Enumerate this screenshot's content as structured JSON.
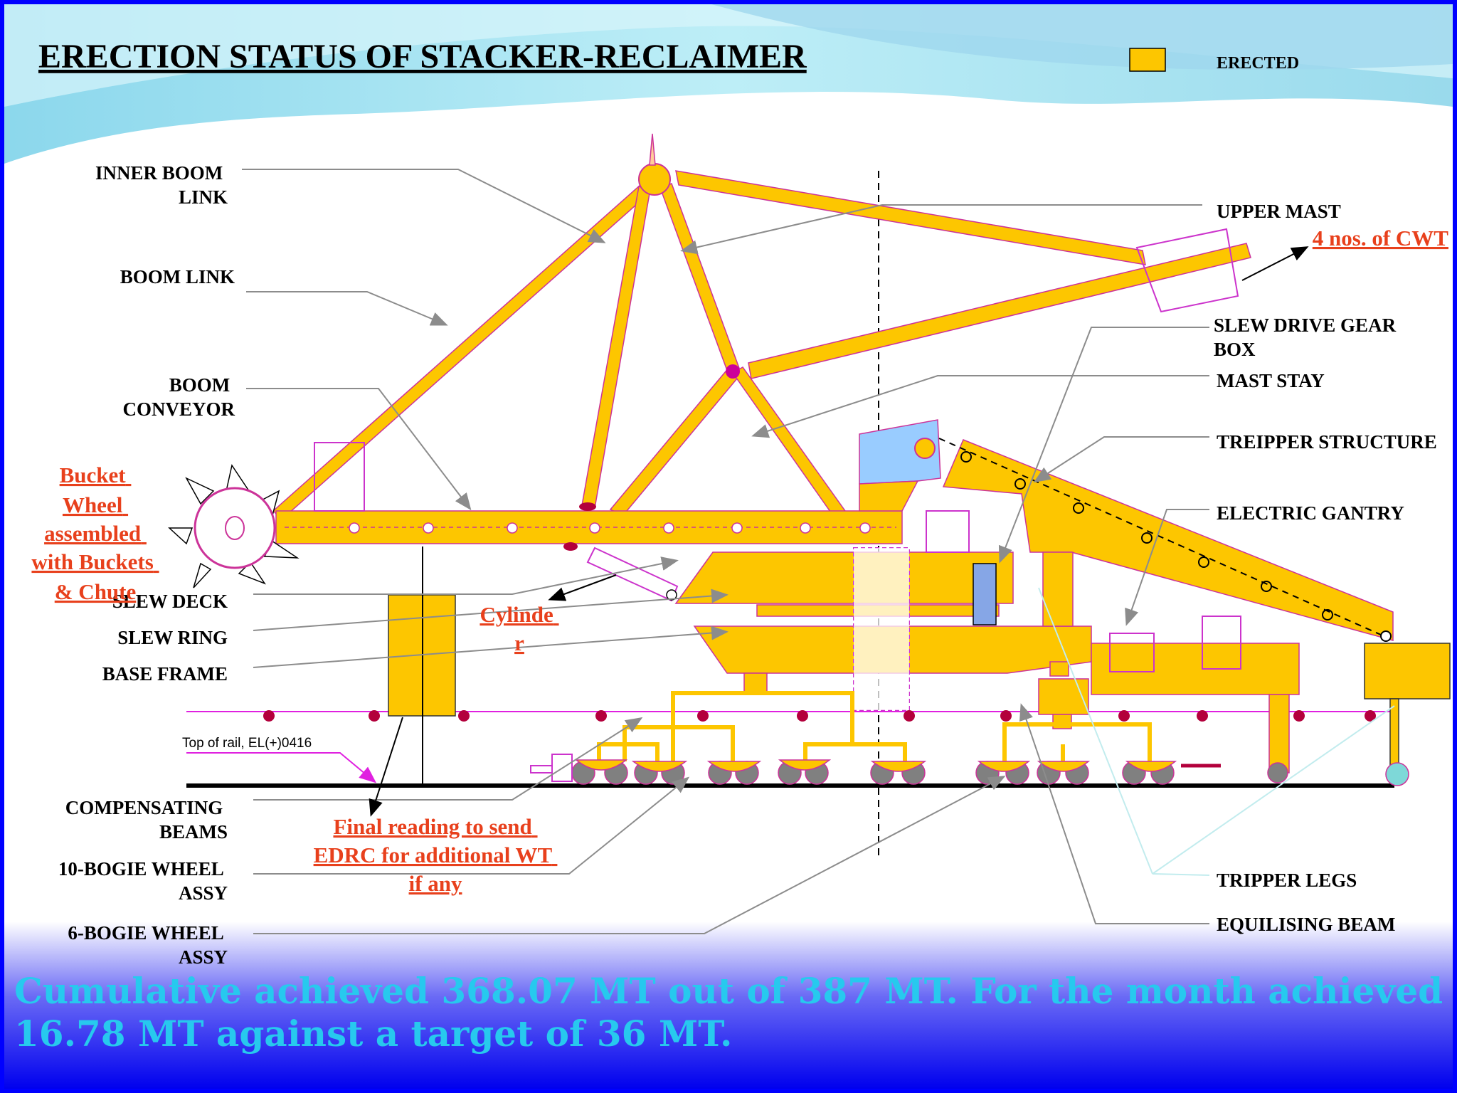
{
  "title": "ERECTION STATUS OF STACKER-RECLAIMER",
  "legend": {
    "label": "ERECTED",
    "swatch_color": "#fdc600"
  },
  "left_labels": {
    "inner_boom_link": [
      "INNER BOOM",
      "LINK"
    ],
    "boom_link": "BOOM LINK",
    "boom_conveyor": [
      "BOOM",
      "CONVEYOR"
    ],
    "slew_deck": "SLEW DECK",
    "slew_ring": "SLEW RING",
    "base_frame": "BASE FRAME",
    "top_of_rail": "Top of rail, EL(+)0416",
    "compensating_beams": [
      "COMPENSATING",
      "BEAMS"
    ],
    "bogie_10": [
      "10-BOGIE WHEEL",
      "ASSY"
    ],
    "bogie_6": [
      "6-BOGIE WHEEL",
      "ASSY"
    ]
  },
  "right_labels": {
    "upper_mast": "UPPER MAST",
    "slew_drive": [
      "SLEW DRIVE GEAR",
      "BOX"
    ],
    "mast_stay": "MAST STAY",
    "treipper_structure": "TREIPPER STRUCTURE",
    "electric_gantry": "ELECTRIC GANTRY",
    "tripper_legs": "TRIPPER LEGS",
    "equilising_beam": "EQUILISING BEAM"
  },
  "annotations": {
    "bucket_wheel": [
      "Bucket",
      "Wheel",
      "assembled",
      "with Buckets",
      "& Chute"
    ],
    "cwt": "4 nos. of CWT",
    "cylinder": [
      "Cylinde",
      "r"
    ],
    "final_reading": [
      "Final reading to send",
      "EDRC for additional WT",
      "if any"
    ]
  },
  "summary": [
    "Cumulative achieved 368.07 MT out of 387 MT. For the month achieved",
    "16.78 MT against a target of 36 MT."
  ],
  "colors": {
    "erected": "#fdc600",
    "annotation": "#e8401c",
    "summary_text": "#27c9ee",
    "frame": "#0000ff"
  }
}
